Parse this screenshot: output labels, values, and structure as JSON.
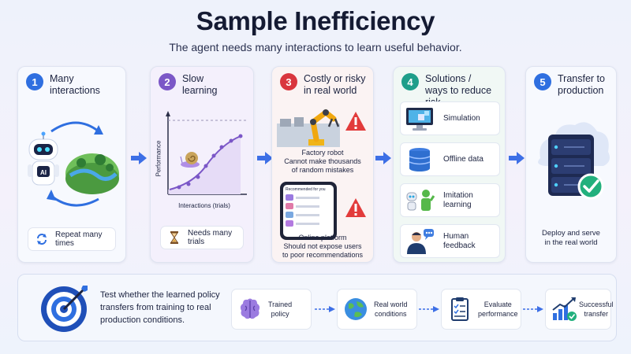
{
  "header": {
    "title": "Sample Inefficiency",
    "subtitle": "The agent needs many interactions to learn useful behavior."
  },
  "steps": [
    {
      "number": "1",
      "title_line1": "Many",
      "title_line2": "interactions",
      "chip": "Repeat many times"
    },
    {
      "number": "2",
      "title_line1": "Slow",
      "title_line2": "learning",
      "chip": "Needs many trials",
      "ylabel": "Performance",
      "xlabel": "Interactions (trials)"
    },
    {
      "number": "3",
      "title_line1": "Costly or risky",
      "title_line2": "in real world",
      "case1_title": "Factory robot",
      "case1_line1": "Cannot make thousands",
      "case1_line2": "of random mistakes",
      "phone_header": "Recommended for you",
      "case2_title": "Online platform",
      "case2_line1": "Should not expose users",
      "case2_line2": "to poor recommendations"
    },
    {
      "number": "4",
      "title_line1": "Solutions /",
      "title_line2": "ways to reduce risk",
      "items": [
        {
          "label_line1": "Simulation",
          "label_line2": ""
        },
        {
          "label_line1": "Offline data",
          "label_line2": ""
        },
        {
          "label_line1": "Imitation",
          "label_line2": "learning"
        },
        {
          "label_line1": "Human",
          "label_line2": "feedback"
        }
      ]
    },
    {
      "number": "5",
      "title_line1": "Transfer to",
      "title_line2": "production",
      "caption_line1": "Deploy and serve",
      "caption_line2": "in the real world"
    }
  ],
  "bottom": {
    "text_line1": "Test whether the learned policy",
    "text_line2": "transfers from training to real",
    "text_line3": "production conditions.",
    "pipeline": [
      {
        "line1": "Trained",
        "line2": "policy"
      },
      {
        "line1": "Real world",
        "line2": "conditions"
      },
      {
        "line1": "Evaluate",
        "line2": "performance"
      },
      {
        "line1": "Successful",
        "line2": "transfer"
      }
    ]
  },
  "colors": {
    "blue": "#2f6fe0",
    "purple": "#7b57c7",
    "red": "#d9363e",
    "teal": "#1f9e8a",
    "arrow": "#3d6fe6",
    "danger": "#e23b3b",
    "success": "#22b07d"
  },
  "icons": {
    "robot": "robot-icon",
    "globe": "earth-icon",
    "cycle": "repeat-icon",
    "hourglass": "hourglass-icon",
    "snail": "snail-icon",
    "warning": "warning-icon",
    "monitor": "monitor-icon",
    "database": "database-icon",
    "person": "person-icon",
    "server": "server-icon",
    "target": "target-icon",
    "brain": "brain-icon",
    "clipboard": "clipboard-icon",
    "growth": "growth-chart-icon"
  }
}
